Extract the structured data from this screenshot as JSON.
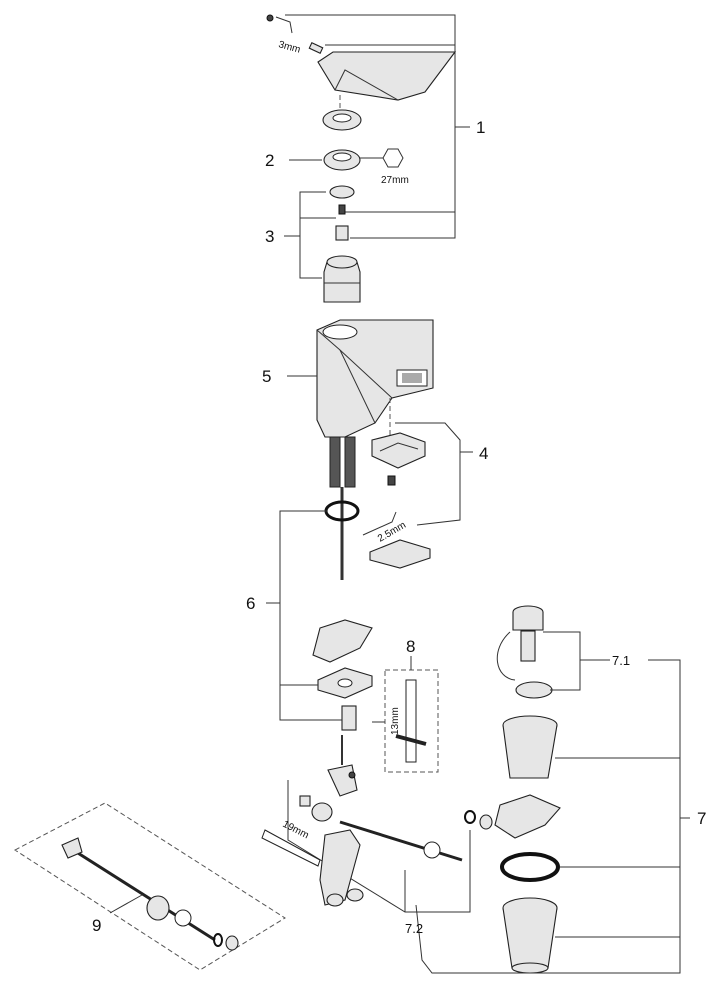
{
  "diagram": {
    "callouts": {
      "c1": "1",
      "c2": "2",
      "c3": "3",
      "c4": "4",
      "c5": "5",
      "c6": "6",
      "c7": "7",
      "c7_1": "7.1",
      "c7_2": "7.2",
      "c8": "8",
      "c9": "9"
    },
    "dimensions": {
      "d3mm": "3mm",
      "d27mm": "27mm",
      "d2_5mm": "2.5mm",
      "d13mm": "13mm",
      "d19mm": "19mm"
    }
  }
}
